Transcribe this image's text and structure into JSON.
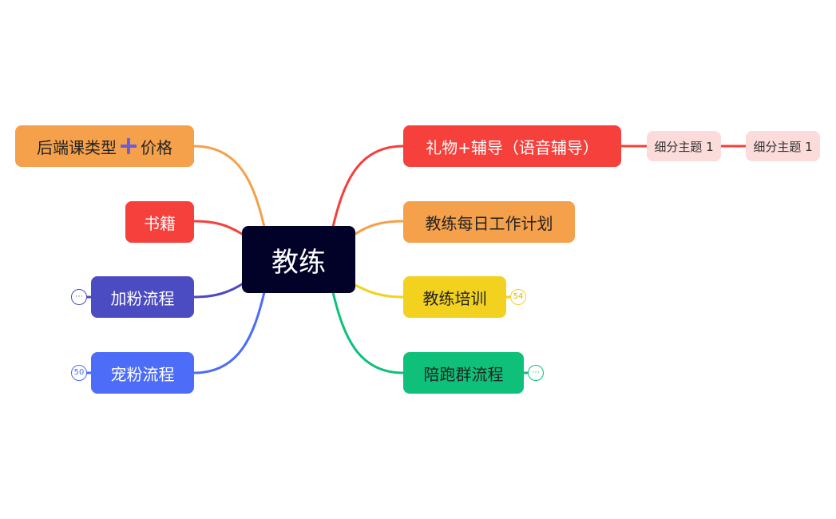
{
  "center": {
    "label": "教练"
  },
  "left_topics": [
    {
      "id": "houduan",
      "label_a": "后端课类型",
      "label_b": "价格",
      "color": "#f5a04a",
      "text_color": "#222222"
    },
    {
      "id": "shuji",
      "label": "书籍",
      "color": "#f5403c",
      "text_color": "#ffffff"
    },
    {
      "id": "jiafen",
      "label": "加粉流程",
      "color": "#4b4bc2",
      "text_color": "#ffffff",
      "collapsed": "⋯"
    },
    {
      "id": "chongfen",
      "label": "宠粉流程",
      "color": "#4d6cf7",
      "text_color": "#ffffff",
      "collapsed": "50"
    }
  ],
  "right_topics": [
    {
      "id": "liwu",
      "label": "礼物+辅导（语音辅导）",
      "color": "#f5403c",
      "text_color": "#ffffff"
    },
    {
      "id": "meiri",
      "label": "教练每日工作计划",
      "color": "#f5a04a",
      "text_color": "#222222"
    },
    {
      "id": "peixun",
      "label": "教练培训",
      "color": "#f2d21e",
      "text_color": "#222222",
      "collapsed": "54"
    },
    {
      "id": "peipao",
      "label": "陪跑群流程",
      "color": "#0ec07a",
      "text_color": "#222222",
      "collapsed": "⋯"
    }
  ],
  "subtopics": [
    {
      "label": "细分主题 1"
    },
    {
      "label": "细分主题 1"
    }
  ],
  "colors": {
    "center_bg": "#020127",
    "subtopic_bg": "#fcdcda",
    "subtopic_line": "#f5403c"
  }
}
